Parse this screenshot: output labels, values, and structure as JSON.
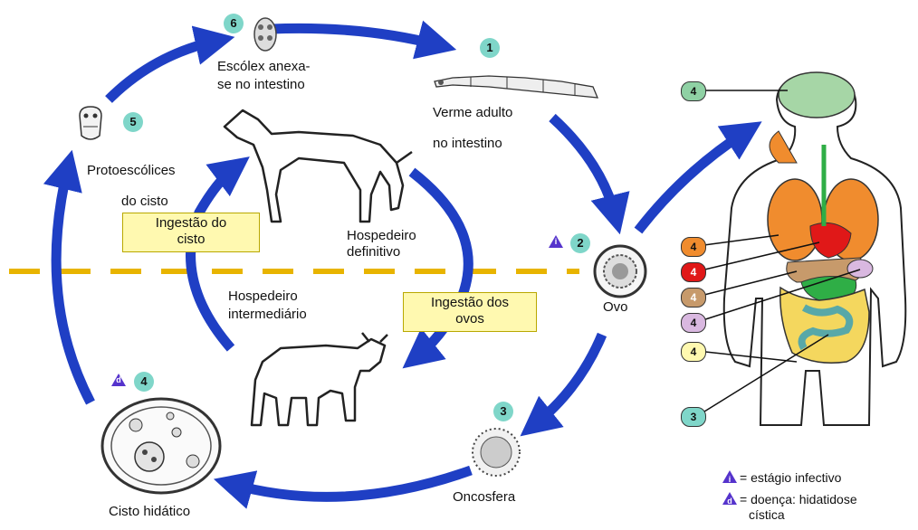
{
  "stages": {
    "s1": {
      "number": "1",
      "label_line1": "Verme adulto",
      "label_line2": "no intestino"
    },
    "s2": {
      "number": "2",
      "label": "Ovo",
      "marker": "i"
    },
    "s3": {
      "number": "3",
      "label": "Oncosfera"
    },
    "s4": {
      "number": "4",
      "label": "Cisto hidático",
      "marker": "d"
    },
    "s5": {
      "number": "5",
      "label_line1": "Protoescólices",
      "label_line2": "do cisto"
    },
    "s6": {
      "number": "6",
      "label_line1": "Escólex anexa-",
      "label_line2": "se no intestino"
    }
  },
  "hosts": {
    "definitive_line1": "Hospedeiro",
    "definitive_line2": "definitivo",
    "intermediate_line1": "Hospedeiro",
    "intermediate_line2": "intermediário"
  },
  "boxes": {
    "cyst_line1": "Ingestão do",
    "cyst_line2": "cisto",
    "eggs_line1": "Ingestão dos",
    "eggs_line2": "ovos"
  },
  "human_labels": [
    "4",
    "4",
    "4",
    "4",
    "4",
    "4",
    "3"
  ],
  "legend": {
    "infective": "= estágio infectivo",
    "infective_marker": "i",
    "disease_line1": "= doença: hidatidose",
    "disease_line2": "cística",
    "disease_marker": "d"
  },
  "colors": {
    "arrow": "#1f3fc4",
    "stage_circle": "#7fd6c9",
    "dashed_line": "#e8b400",
    "marker": "#5533cc",
    "box_fill": "#fff9b0"
  }
}
